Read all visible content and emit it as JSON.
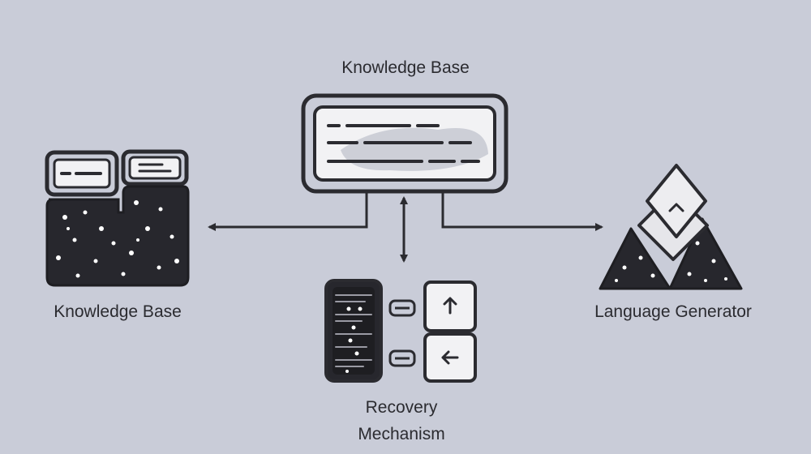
{
  "diagram": {
    "top_node": {
      "label": "Knowledge Base"
    },
    "left_node": {
      "label": "Knowledge Base"
    },
    "right_node": {
      "label": "Language Generator"
    },
    "bottom_node": {
      "label_line1": "Recovery",
      "label_line2": "Mechanism"
    }
  },
  "colors": {
    "background": "#c9ccd8",
    "ink": "#2b2b30",
    "panel": "#f2f2f4"
  }
}
